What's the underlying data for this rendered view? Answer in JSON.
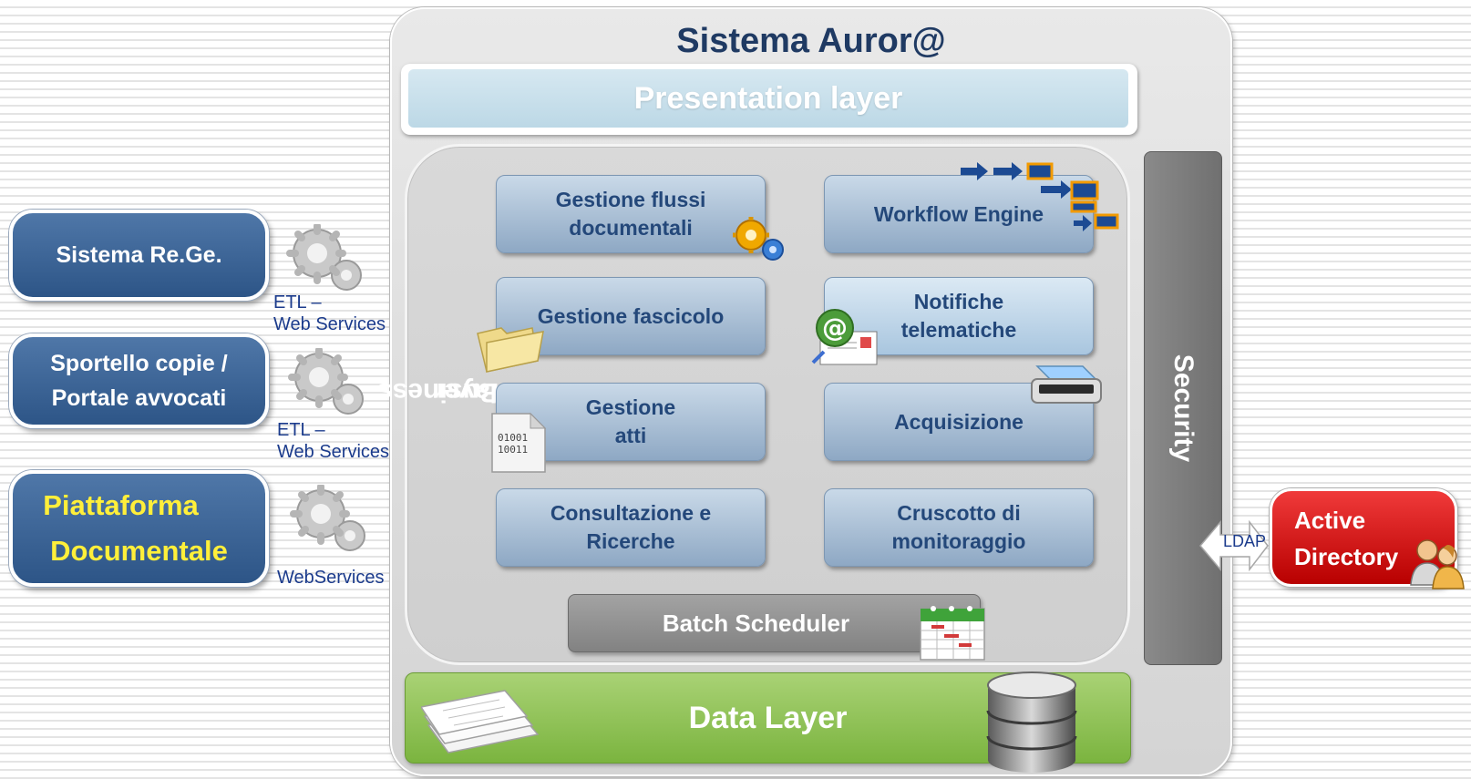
{
  "system": {
    "title": "Sistema Auror@",
    "presentation_layer": "Presentation layer",
    "business_layer": "Business layer",
    "business_layer_line1": "Business",
    "business_layer_line2": "layer",
    "security": "Security",
    "data_layer": "Data Layer",
    "batch_scheduler": "Batch Scheduler",
    "modules": [
      {
        "line1": "Gestione flussi",
        "line2": "documentali"
      },
      {
        "line1": "Workflow Engine",
        "line2": ""
      },
      {
        "line1": "Gestione fascicolo",
        "line2": ""
      },
      {
        "line1": "Notifiche",
        "line2": "telematiche"
      },
      {
        "line1": "Gestione",
        "line2": "atti"
      },
      {
        "line1": "Acquisizione",
        "line2": ""
      },
      {
        "line1": "Consultazione e",
        "line2": "Ricerche"
      },
      {
        "line1": "Cruscotto di",
        "line2": "monitoraggio"
      }
    ],
    "binary_text": [
      "01001",
      "10011"
    ]
  },
  "external_systems": [
    {
      "line1": "Sistema  Re.Ge.",
      "line2": "",
      "connector_line1": "ETL –",
      "connector_line2": "Web Services"
    },
    {
      "line1": "Sportello copie /",
      "line2": "Portale avvocati",
      "connector_line1": "ETL –",
      "connector_line2": "Web Services"
    },
    {
      "line1": "Piattaforma",
      "line2": "Documentale",
      "connector_line1": "WebServices",
      "connector_line2": ""
    }
  ],
  "active_directory": {
    "line1": "Active",
    "line2": "Directory",
    "connector": "LDAP"
  },
  "colors": {
    "title_blue": "#1f3a63",
    "module_text": "#24487a",
    "data_layer_green": "#7bb43f",
    "external_blue": "#2d5587",
    "active_directory_red": "#d10000",
    "piattaforma_text": "#ffef3a",
    "connector_text": "#1b3b8c"
  },
  "icons": [
    "gears-icon",
    "workflow-arrows-icon",
    "folder-icon",
    "email-at-icon",
    "scanner-icon",
    "binary-file-icon",
    "calendar-gantt-icon",
    "papers-icon",
    "database-icon",
    "users-icon"
  ]
}
